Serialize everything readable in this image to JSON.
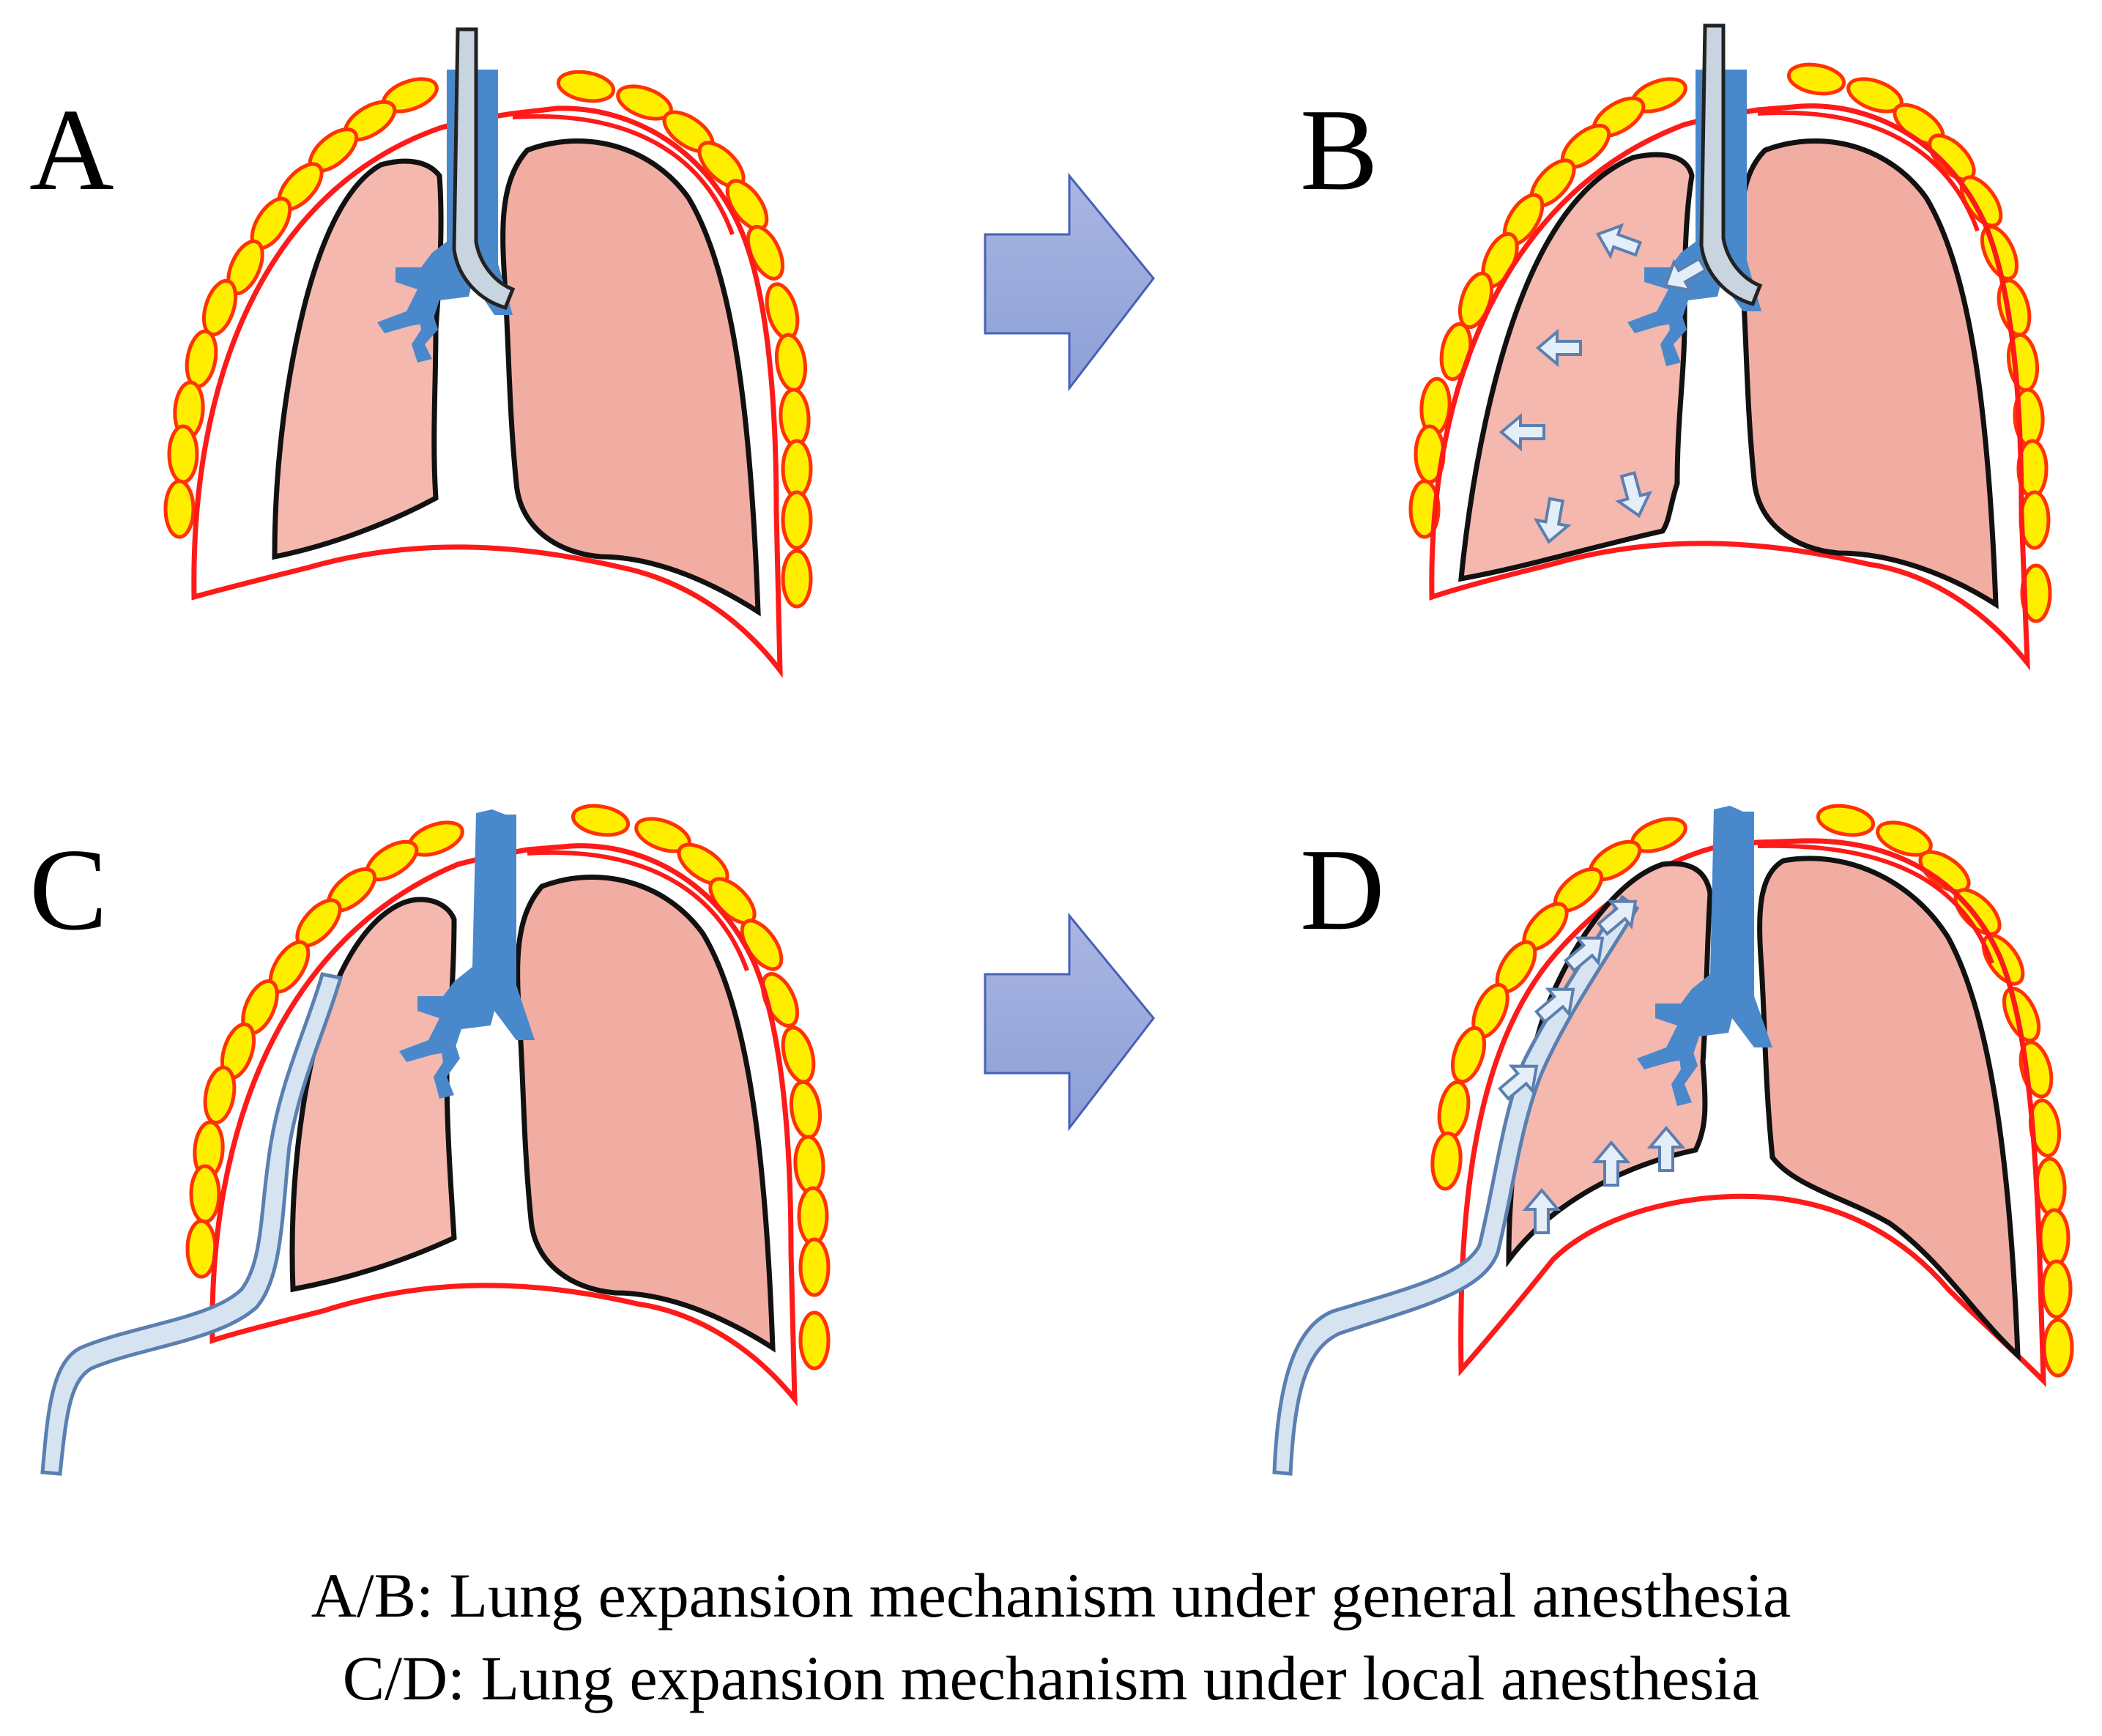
{
  "panels": [
    {
      "letter": "A"
    },
    {
      "letter": "B"
    },
    {
      "letter": "C"
    },
    {
      "letter": "D"
    }
  ],
  "captions": [
    "A/B: Lung expansion mechanism under general anesthesia",
    "C/D: Lung expansion mechanism under local anesthesia"
  ],
  "colors": {
    "chest_wall": "#ff1a1a",
    "rib": "#ffee00",
    "rib_outline": "#ff3300",
    "lung_right": "#f2ada2",
    "lung_left": "#f5b8ae",
    "airway": "#4a88cc",
    "tube": "#c8d4e0",
    "drain": "#d6e4f2",
    "arrow_small": "#e4eef8",
    "transition_arrow_top": "#a8b4e0",
    "transition_arrow_bottom": "#8a9ed4"
  }
}
